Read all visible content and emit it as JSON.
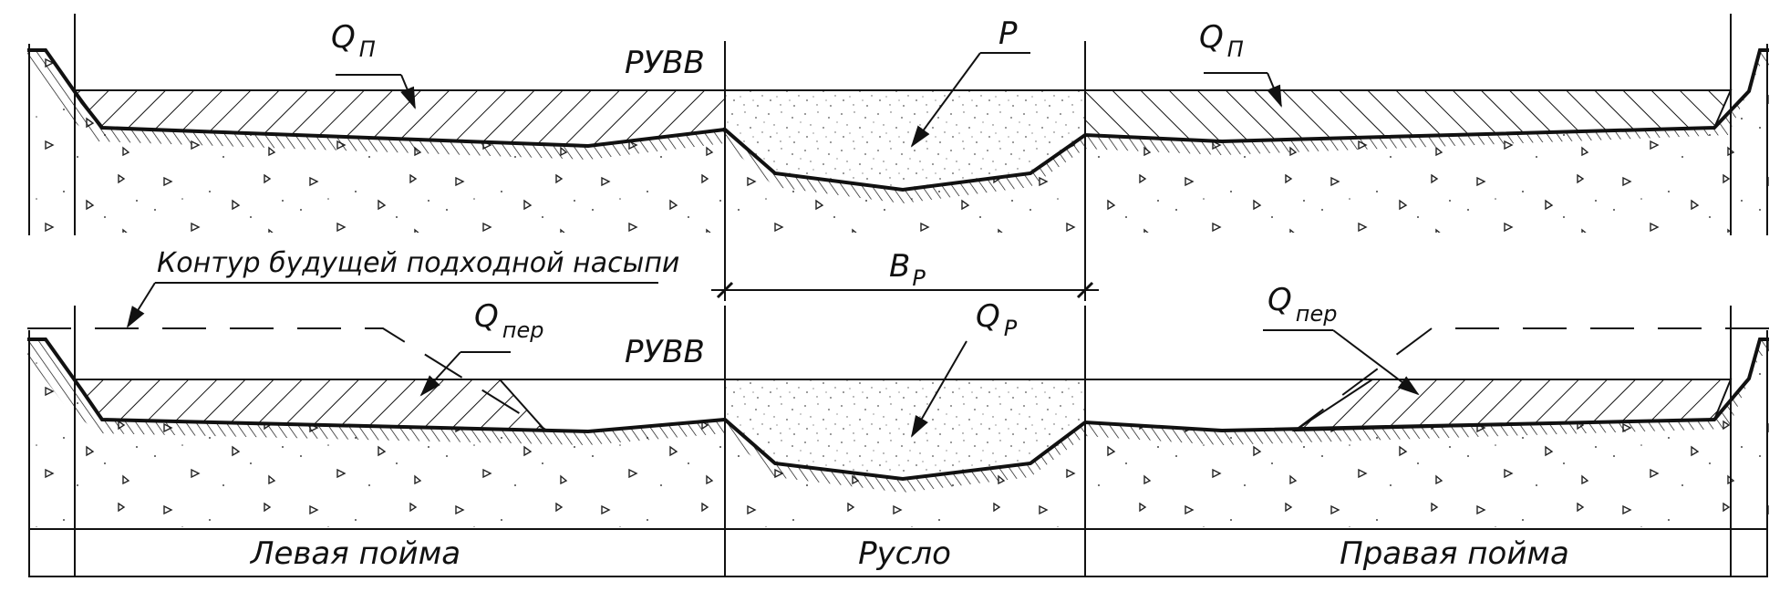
{
  "top": {
    "label_q_floodplain_left": "Q",
    "label_q_floodplain_left_sub": "П",
    "label_q_floodplain_right": "Q",
    "label_q_floodplain_right_sub": "П",
    "label_water_level": "РУВВ",
    "label_channel_area": "P"
  },
  "middle": {
    "label_embankment_contour": "Контур будущей подходной насыпи",
    "label_channel_width": "B",
    "label_channel_width_sub": "P"
  },
  "bottom": {
    "label_q_overflow_left": "Q",
    "label_q_overflow_left_sub": "пер",
    "label_q_overflow_right": "Q",
    "label_q_overflow_right_sub": "пер",
    "label_water_level": "РУВВ",
    "label_q_channel": "Q",
    "label_q_channel_sub": "P"
  },
  "table": {
    "left_floodplain": "Левая пойма",
    "channel": "Русло",
    "right_floodplain": "Правая пойма"
  },
  "colors": {
    "ink": "#111111",
    "paper": "#ffffff"
  }
}
